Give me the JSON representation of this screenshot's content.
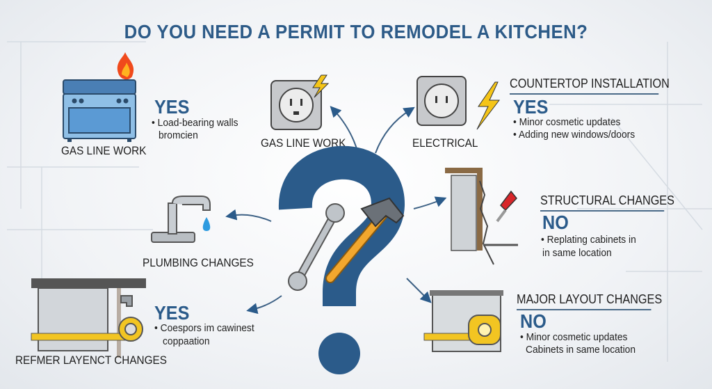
{
  "title": "DO YOU NEED A PERMIT TO REMODEL A KITCHEN?",
  "colors": {
    "accent": "#2b5b8a",
    "flame": "#f04a1c",
    "bolt": "#f5c518",
    "tape": "#f2c522"
  },
  "sections": {
    "stove": {
      "label": "GAS LINE WORK",
      "answer": "YES",
      "bullets": [
        "• Load-bearing walls",
        "bromcien"
      ],
      "icon": "stove-icon"
    },
    "gas_outlet": {
      "label": "GAS LINE WORK",
      "icon": "outlet-icon"
    },
    "electrical": {
      "label": "ELECTRICAL",
      "icon": "outlet-icon"
    },
    "countertop": {
      "heading": "COUNTERTOP INSTALLATION",
      "answer": "YES",
      "bullets": [
        "• Minor cosmetic updates",
        "• Adding new windows/doors"
      ]
    },
    "plumbing": {
      "label": "PLUMBING CHANGES",
      "icon": "faucet-icon"
    },
    "layout_left": {
      "label": "REFMER LAYENCT CHANGES",
      "answer": "YES",
      "bullets": [
        "• Coespors im cawinest",
        "coppaation"
      ],
      "icon": "counter-icon"
    },
    "structural": {
      "heading": "STRUCTURAL CHANGES",
      "answer": "NO",
      "bullets": [
        "• Replating cabinets in",
        "in same location"
      ],
      "icon": "cracked-wall-icon"
    },
    "major_layout": {
      "heading": "MAJOR LAYOUT CHANGES",
      "answer": "NO",
      "bullets": [
        "• Minor cosmetic updates",
        "Cabinets in same location"
      ],
      "icon": "tape-measure-icon"
    }
  }
}
